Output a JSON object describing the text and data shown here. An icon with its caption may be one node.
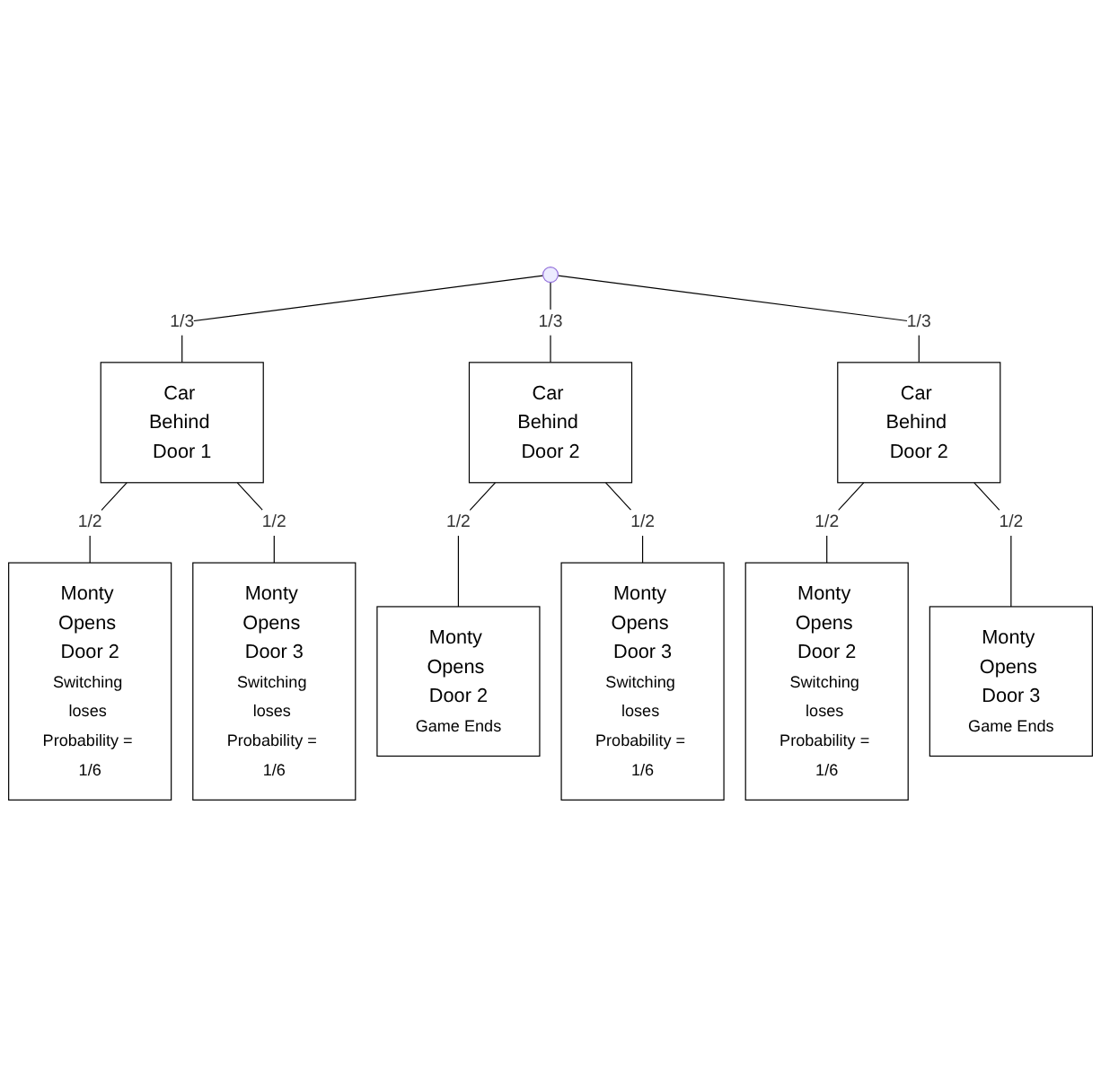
{
  "diagram": {
    "nodes": [
      {
        "text": [],
        "shape": "circle"
      },
      {
        "text": [
          "Car Behind Door 1"
        ]
      },
      {
        "text": [
          "Car Behind Door 2"
        ]
      },
      {
        "text": [
          "Car Behind Door 2"
        ]
      },
      {
        "text": [
          "Monty Opens Door 2",
          "Switching loses Probability = 1/6"
        ]
      },
      {
        "text": [
          "Monty Opens Door 3",
          "Switching loses Probability = 1/6"
        ]
      },
      {
        "text": [
          "Monty Opens Door 2",
          "Game Ends"
        ]
      },
      {
        "text": [
          "Monty Opens Door 3",
          "Switching loses Probability = 1/6"
        ]
      },
      {
        "text": [
          "Monty Opens Door 2",
          "Switching loses Probability = 1/6"
        ]
      },
      {
        "text": [
          "Monty Opens Door 3",
          "Game Ends"
        ]
      }
    ],
    "edges": [
      {
        "from": 0,
        "to": 1,
        "arrow": "none",
        "label": "1/3"
      },
      {
        "from": 0,
        "to": 2,
        "arrow": "none",
        "label": "1/3"
      },
      {
        "from": 0,
        "to": 3,
        "arrow": "none",
        "label": "1/3"
      },
      {
        "from": 1,
        "to": 4,
        "arrow": "none",
        "label": "1/2"
      },
      {
        "from": 1,
        "to": 5,
        "arrow": "none",
        "label": "1/2"
      },
      {
        "from": 2,
        "to": 6,
        "arrow": "none",
        "label": "1/2"
      },
      {
        "from": 2,
        "to": 7,
        "arrow": "none",
        "label": "1/2"
      },
      {
        "from": 3,
        "to": 8,
        "arrow": "none",
        "label": "1/2"
      },
      {
        "from": 3,
        "to": 9,
        "arrow": "none",
        "label": "1/2"
      }
    ]
  }
}
